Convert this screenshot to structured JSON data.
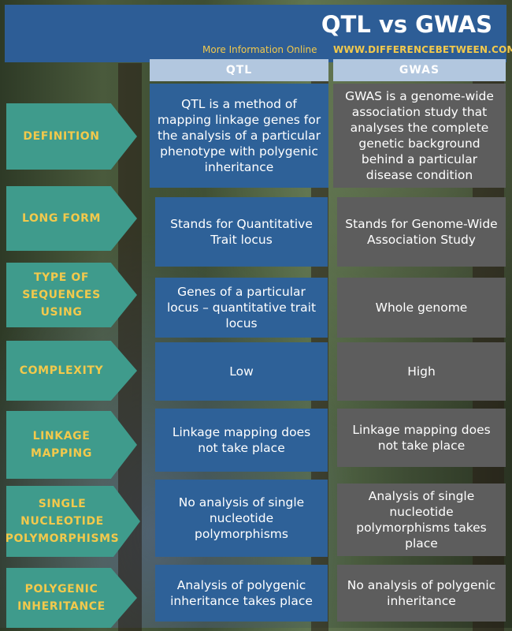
{
  "header": {
    "title": "QTL vs GWAS",
    "more_info": "More Information  Online",
    "site": "WWW.DIFFERENCEBETWEEN.COM"
  },
  "columns": {
    "qtl": "QTL",
    "gwas": "GWAS"
  },
  "rows": [
    {
      "label": "DEFINITION",
      "qtl": "QTL is a method of mapping linkage genes for the analysis of a particular phenotype with polygenic inheritance",
      "gwas": "GWAS is a genome-wide association study that analyses the complete genetic background behind a particular disease condition"
    },
    {
      "label": "LONG FORM",
      "qtl": "Stands for Quantitative Trait locus",
      "gwas": "Stands for Genome-Wide Association Study"
    },
    {
      "label": "TYPE OF\nSEQUENCES\nUSING",
      "qtl": "Genes of a particular locus – quantitative trait locus",
      "gwas": "Whole genome"
    },
    {
      "label": "COMPLEXITY",
      "qtl": "Low",
      "gwas": "High"
    },
    {
      "label": "LINKAGE\nMAPPING",
      "qtl": "Linkage mapping does not take place",
      "gwas": "Linkage mapping does not take place"
    },
    {
      "label": "SINGLE\nNUCLEOTIDE\nPOLYMORPHISMS",
      "qtl": "No analysis of single nucleotide polymorphisms",
      "gwas": "Analysis of single nucleotide polymorphisms takes place"
    },
    {
      "label": "POLYGENIC\nINHERITANCE",
      "qtl": "Analysis of polygenic inheritance takes place",
      "gwas": "No analysis of polygenic inheritance"
    }
  ]
}
